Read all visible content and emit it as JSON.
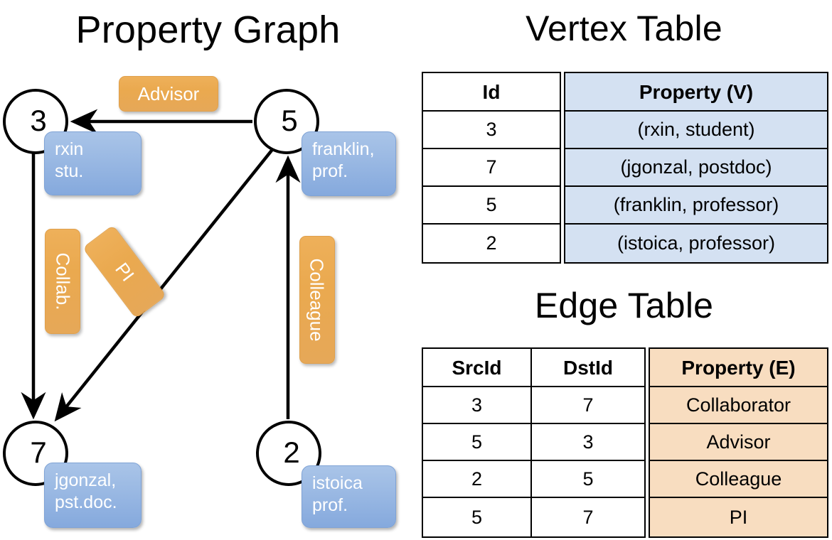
{
  "titles": {
    "property_graph": "Property Graph",
    "vertex_table": "Vertex Table",
    "edge_table": "Edge Table"
  },
  "colors": {
    "vertex_property_fill": "#d4e1f2",
    "edge_property_fill": "#f8ddc0",
    "node_box_blue": "#9dbbe4",
    "edge_label_orange": "#eaa94f",
    "stroke": "#000000",
    "background": "#ffffff"
  },
  "graph": {
    "nodes": [
      {
        "id": "3",
        "label": "3",
        "property_line1": "rxin",
        "property_line2": "stu."
      },
      {
        "id": "5",
        "label": "5",
        "property_line1": "franklin,",
        "property_line2": "prof."
      },
      {
        "id": "7",
        "label": "7",
        "property_line1": "jgonzal,",
        "property_line2": "pst.doc."
      },
      {
        "id": "2",
        "label": "2",
        "property_line1": "istoica",
        "property_line2": "prof."
      }
    ],
    "edge_labels": [
      {
        "key": "advisor",
        "text": "Advisor",
        "orientation": "horizontal"
      },
      {
        "key": "collab",
        "text": "Collab.",
        "orientation": "vertical"
      },
      {
        "key": "pi",
        "text": "PI",
        "orientation": "diagonal"
      },
      {
        "key": "colleague",
        "text": "Colleague",
        "orientation": "vertical"
      }
    ],
    "edges": [
      {
        "from": "5",
        "to": "3",
        "label": "Advisor"
      },
      {
        "from": "3",
        "to": "7",
        "label": "Collab."
      },
      {
        "from": "5",
        "to": "7",
        "label": "PI"
      },
      {
        "from": "2",
        "to": "5",
        "label": "Colleague"
      }
    ]
  },
  "vertex_table": {
    "columns": [
      "Id",
      "Property (V)"
    ],
    "rows": [
      {
        "id": "3",
        "property": "(rxin, student)"
      },
      {
        "id": "7",
        "property": "(jgonzal, postdoc)"
      },
      {
        "id": "5",
        "property": "(franklin, professor)"
      },
      {
        "id": "2",
        "property": "(istoica, professor)"
      }
    ]
  },
  "edge_table": {
    "columns": [
      "SrcId",
      "DstId",
      "Property (E)"
    ],
    "rows": [
      {
        "src": "3",
        "dst": "7",
        "property": "Collaborator"
      },
      {
        "src": "5",
        "dst": "3",
        "property": "Advisor"
      },
      {
        "src": "2",
        "dst": "5",
        "property": "Colleague"
      },
      {
        "src": "5",
        "dst": "7",
        "property": "PI"
      }
    ]
  }
}
